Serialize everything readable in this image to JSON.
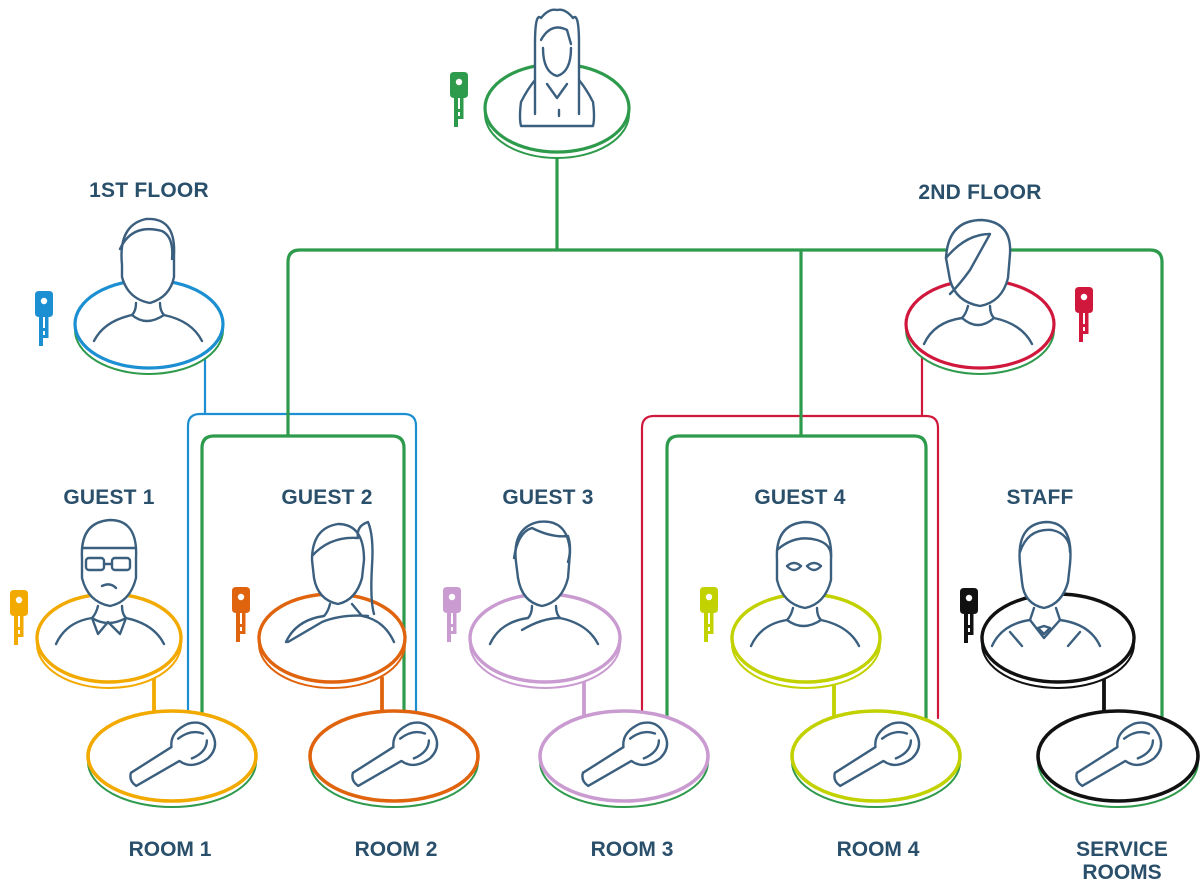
{
  "diagram": {
    "colors": {
      "master": "#2e9a4c",
      "floor1": "#1b8fd2",
      "floor2": "#d0183d",
      "guest1": "#f2a900",
      "guest2": "#e0640e",
      "guest3": "#c99bd0",
      "guest4": "#c2d100",
      "staff": "#111111",
      "text": "#2a4f6b",
      "figure": "#3b5f7e"
    },
    "nodes": {
      "master": {
        "role": "master-key-holder",
        "icon": "woman-icon",
        "key_color": "master"
      },
      "floor1": {
        "label": "1ST FLOOR",
        "icon": "man-icon",
        "key_color": "floor1"
      },
      "floor2": {
        "label": "2ND FLOOR",
        "icon": "woman-icon",
        "key_color": "floor2"
      },
      "guest1": {
        "label": "GUEST 1",
        "icon": "man-glasses-icon",
        "key_color": "guest1"
      },
      "guest2": {
        "label": "GUEST 2",
        "icon": "woman-ponytail-icon",
        "key_color": "guest2"
      },
      "guest3": {
        "label": "GUEST 3",
        "icon": "man-icon",
        "key_color": "guest3"
      },
      "guest4": {
        "label": "GUEST 4",
        "icon": "man-glasses-icon",
        "key_color": "guest4"
      },
      "staff": {
        "label": "STAFF",
        "icon": "man-suit-icon",
        "key_color": "staff"
      }
    },
    "locks": [
      {
        "id": "room1",
        "label": "ROOM 1",
        "icon": "door-lock-icon",
        "color": "guest1"
      },
      {
        "id": "room2",
        "label": "ROOM 2",
        "icon": "door-lock-icon",
        "color": "guest2"
      },
      {
        "id": "room3",
        "label": "ROOM 3",
        "icon": "door-lock-icon",
        "color": "guest3"
      },
      {
        "id": "room4",
        "label": "ROOM 4",
        "icon": "door-lock-icon",
        "color": "guest4"
      },
      {
        "id": "service",
        "label_line1": "SERVICE",
        "label_line2": "ROOMS",
        "icon": "door-lock-icon",
        "color": "staff"
      }
    ],
    "access": {
      "master": [
        "room1",
        "room2",
        "room3",
        "room4",
        "service"
      ],
      "floor1": [
        "room1",
        "room2"
      ],
      "floor2": [
        "room3",
        "room4"
      ],
      "guest1": [
        "room1"
      ],
      "guest2": [
        "room2"
      ],
      "guest3": [
        "room3"
      ],
      "guest4": [
        "room4"
      ],
      "staff": [
        "service"
      ]
    }
  }
}
